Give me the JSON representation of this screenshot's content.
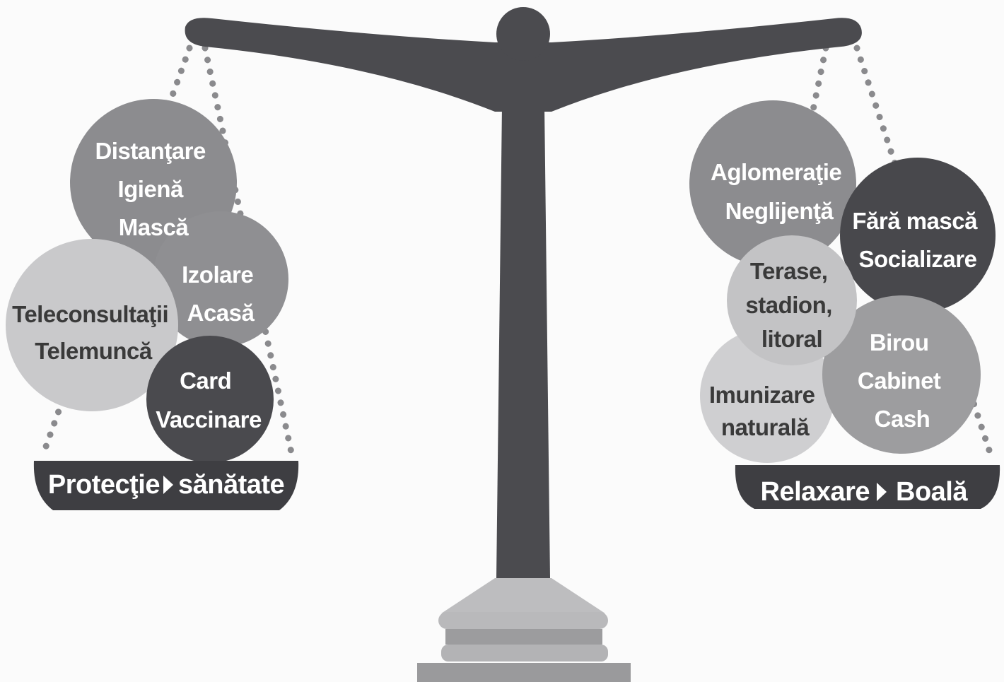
{
  "left_pan": {
    "label_left": "Protecţie",
    "label_right": "sănătate",
    "arrow_icon": "triangle-right-icon",
    "circles": [
      {
        "lines": [
          "Distanţare",
          "Igienă",
          "Mască"
        ]
      },
      {
        "lines": [
          "Izolare",
          "Acasă"
        ]
      },
      {
        "lines": [
          "Teleconsultaţii",
          "Telemuncă"
        ]
      },
      {
        "lines": [
          "Card",
          "Vaccinare"
        ]
      }
    ]
  },
  "right_pan": {
    "label_left": "Relaxare",
    "label_right": "Boală",
    "arrow_icon": "triangle-right-icon",
    "circles": [
      {
        "lines": [
          "Aglomeraţie",
          "Neglijenţă"
        ]
      },
      {
        "lines": [
          "Fără mască",
          "Socializare"
        ]
      },
      {
        "lines": [
          "Terase,",
          "stadion,",
          "litoral"
        ]
      },
      {
        "lines": [
          "Birou",
          "Cabinet",
          "Cash"
        ]
      },
      {
        "lines": [
          "Imunizare",
          "naturală"
        ]
      }
    ]
  },
  "colors": {
    "beam": "#4b4b4f",
    "pan": "#3e3e42",
    "base_light": "#b5b5b7",
    "base_mid": "#9a9a9c",
    "circle_dark": "#4a4a4e",
    "circle_mid": "#8c8c8f",
    "circle_light": "#c6c6c8"
  }
}
